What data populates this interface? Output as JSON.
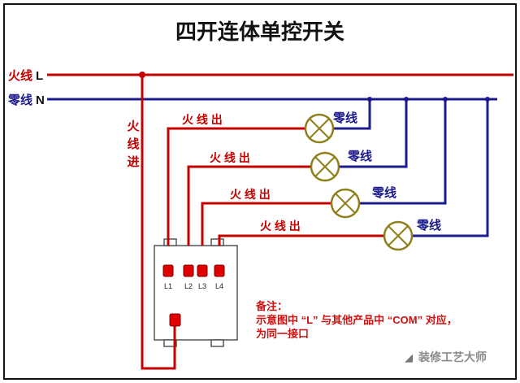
{
  "title": "四开连体单控开关",
  "colors": {
    "live_wire": "#c40000",
    "neutral_wire": "#1b1b8e",
    "lamp_symbol": "#8f7f1a",
    "note_text": "#cc1111",
    "watermark_text": "#8a8a8a"
  },
  "wires": {
    "live_label": "火线",
    "live_letter": "L",
    "neutral_label": "零线",
    "neutral_letter": "N",
    "live_in_chars": [
      "火",
      "线",
      "进"
    ],
    "live_out_label": "火 线 出",
    "neutral_branch_label": "零线"
  },
  "switch_box": {
    "terminals": [
      "L1",
      "L2",
      "L3",
      "L4"
    ]
  },
  "notes": {
    "heading": "备注：",
    "line1": "示意图中 “L” 与其他产品中 “COM” 对应，",
    "line2": "为同一接口"
  },
  "watermark": {
    "logo": "◢",
    "text": "装修工艺大师"
  }
}
